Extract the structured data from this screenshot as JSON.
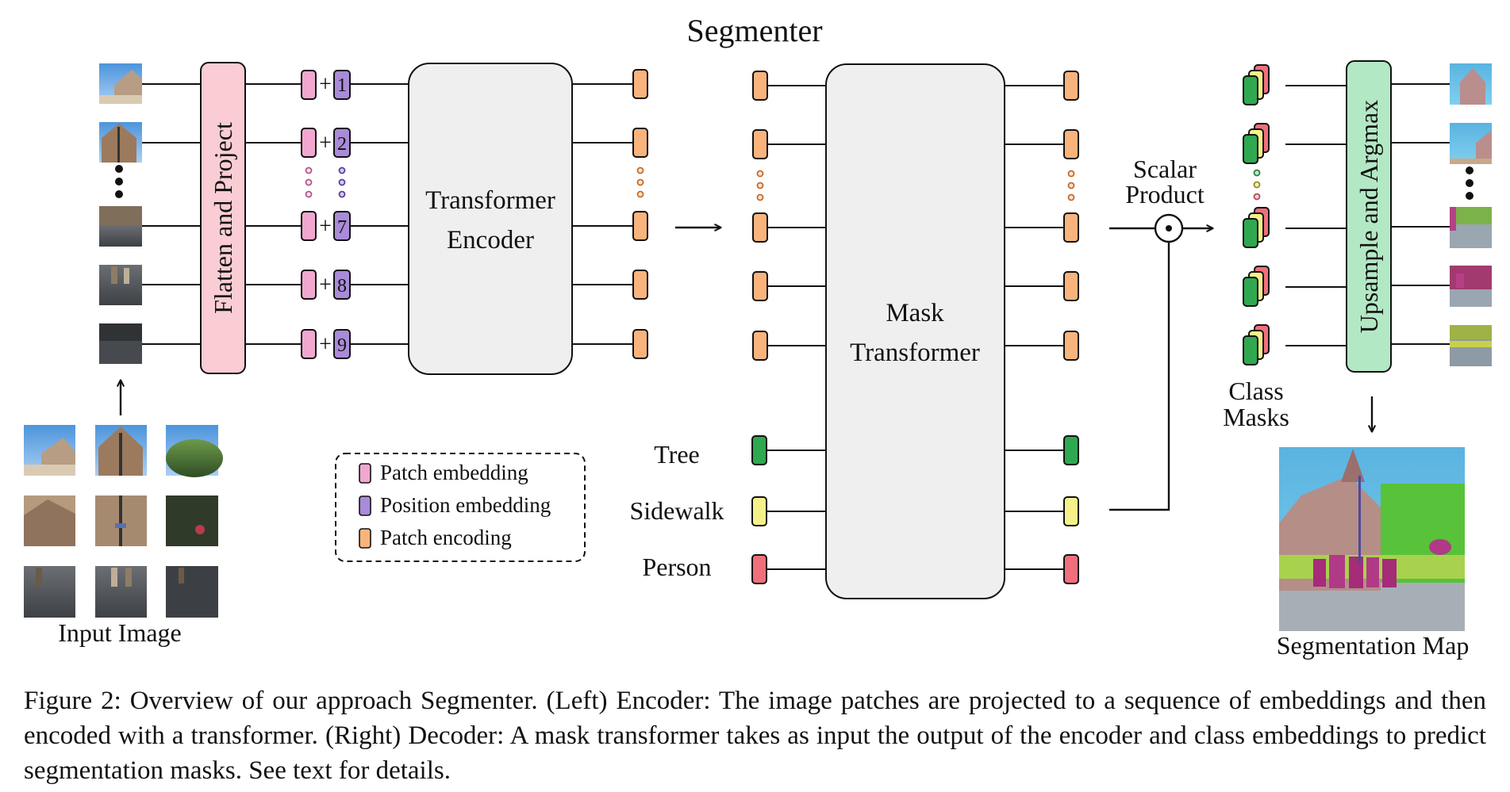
{
  "title": "Segmenter",
  "labels": {
    "flatten_project": "Flatten and Project",
    "transformer_encoder_line1": "Transformer",
    "transformer_encoder_line2": "Encoder",
    "mask_transformer_line1": "Mask",
    "mask_transformer_line2": "Transformer",
    "scalar_product_line1": "Scalar",
    "scalar_product_line2": "Product",
    "upsample_argmax": "Upsample and Argmax",
    "class_masks_line1": "Class",
    "class_masks_line2": "Masks",
    "input_image": "Input Image",
    "segmentation_map": "Segmentation Map",
    "plus_sign": "+"
  },
  "position_indices": [
    "1",
    "2",
    "7",
    "8",
    "9"
  ],
  "classes": [
    {
      "name": "Tree",
      "color": "#2fa84f"
    },
    {
      "name": "Sidewalk",
      "color": "#f6f08a"
    },
    {
      "name": "Person",
      "color": "#ef6f7b"
    }
  ],
  "legend": [
    {
      "label": "Patch embedding",
      "color": "#f1a7d0"
    },
    {
      "label": "Position embedding",
      "color": "#a98bd8"
    },
    {
      "label": "Patch encoding",
      "color": "#f8b47c"
    }
  ],
  "colors": {
    "flatten_box": "#f9cdd3",
    "encoder_box": "#efefef",
    "upsample_box": "#b3e8c4",
    "patch_encoding": "#f8b47c",
    "patch_embedding": "#f1a7d0",
    "position_embedding": "#a98bd8"
  },
  "caption": "Figure 2: Overview of our approach Segmenter. (Left) Encoder: The image patches are projected to a sequence of embeddings and then encoded with a transformer. (Right) Decoder: A mask transformer takes as input the output of the encoder and class embeddings to predict segmentation masks. See text for details."
}
